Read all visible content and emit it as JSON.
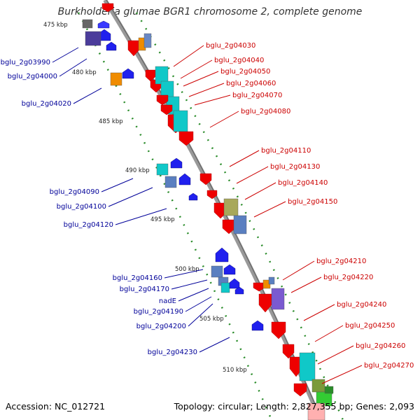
{
  "title": "Burkholderia glumae BGR1 chromosome 2, complete genome",
  "footer": {
    "accession": "Accession: NC_012721",
    "summary": "Topology: circular; Length: 2,827,355 bp; Genes: 2,093"
  },
  "colors": {
    "forward_label": "#cc0000",
    "reverse_label": "#000099",
    "backbone": "#999999",
    "tick": "#2a8c2a"
  },
  "kbp_ticks": [
    "475 kbp",
    "480 kbp",
    "485 kbp",
    "490 kbp",
    "495 kbp",
    "500 kbp",
    "505 kbp",
    "510 kbp"
  ],
  "genes_forward": [
    "bglu_2g04030",
    "bglu_2g04040",
    "bglu_2g04050",
    "bglu_2g04060",
    "bglu_2g04070",
    "bglu_2g04080",
    "bglu_2g04110",
    "bglu_2g04130",
    "bglu_2g04140",
    "bglu_2g04150",
    "bglu_2g04210",
    "bglu_2g04220",
    "bglu_2g04240",
    "bglu_2g04250",
    "bglu_2g04260",
    "bglu_2g04270"
  ],
  "genes_reverse": [
    "bglu_2g03990",
    "bglu_2g04000",
    "bglu_2g04020",
    "bglu_2g04090",
    "bglu_2g04100",
    "bglu_2g04120",
    "bglu_2g04160",
    "bglu_2g04170",
    "nadE",
    "bglu_2g04190",
    "bglu_2g04200",
    "bglu_2g04230"
  ]
}
